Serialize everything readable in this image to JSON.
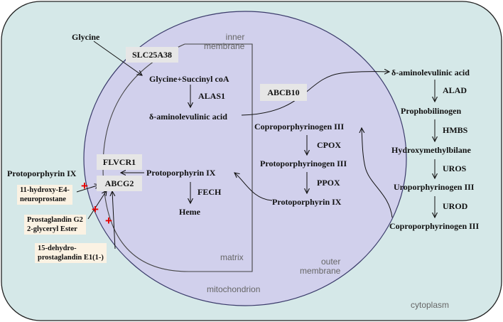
{
  "compartments": {
    "inner_membrane": "inner\nmembrane",
    "outer_membrane": "outer\nmembrane",
    "matrix": "matrix",
    "mitochondrion": "mitochondrion",
    "cytoplasm": "cytoplasm"
  },
  "transporters": {
    "slc25a38": "SLC25A38",
    "abcb10": "ABCB10",
    "flvcr1": "FLVCR1",
    "abcg2": "ABCG2"
  },
  "metabolites": {
    "glycine": "Glycine",
    "glycine_succinyl": "Glycine+Succinyl coA",
    "ala_matrix": "δ-aminolevulinic acid",
    "ala_cyto": "δ-aminolevulinic acid",
    "porphobilinogen": "Prophobilinogen",
    "hydroxymethylbilane": "Hydroxymethylbilane",
    "uroporphyrinogen": "Uroporphyrinogen III",
    "coproporphyrinogen_cyto": "Coproporphyrinogen III",
    "coproporphyrinogen_mito": "Coproporphyrinogen III",
    "protoporphyrinogen": "Protoporphyrinogen III",
    "protoporphyrin_ims": "Protoporphyrin IX",
    "protoporphyrin_matrix": "Protoporphyrin IX",
    "protoporphyrin_out": "Protoporphyrin IX",
    "heme": "Heme"
  },
  "enzymes": {
    "alas1": "ALAS1",
    "alad": "ALAD",
    "hmbs": "HMBS",
    "uros": "UROS",
    "urod": "UROD",
    "cpox": "CPOX",
    "ppox": "PPOX",
    "fech": "FECH"
  },
  "inducers": [
    {
      "label": "11-hydroxy-E4-\nneuroprostane"
    },
    {
      "label": "Prostaglandin G2\n2-glyceryl Ester"
    },
    {
      "label": "15-dehydro-\nprostaglandin E1(1-)"
    }
  ],
  "inducer_mark": "+",
  "colors": {
    "cytoplasm": "#d5e8e8",
    "mitochondrion": "#d1d0ec",
    "transporter_box": "#e6e6e6",
    "inducer_box": "#fbf2e3",
    "plus": "#e60000"
  }
}
